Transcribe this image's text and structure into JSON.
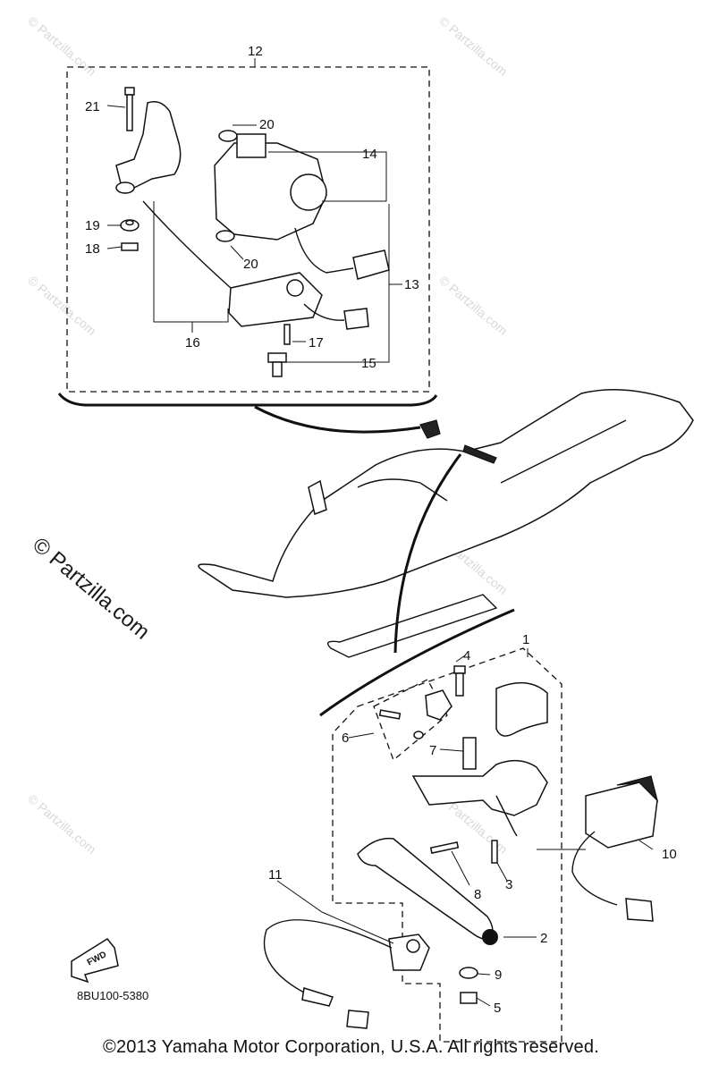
{
  "diagram": {
    "callouts": {
      "c1": "1",
      "c2": "2",
      "c3": "3",
      "c4": "4",
      "c5": "5",
      "c6": "6",
      "c7": "7",
      "c8": "8",
      "c9": "9",
      "c10": "10",
      "c11": "11",
      "c12": "12",
      "c13": "13",
      "c14": "14",
      "c15": "15",
      "c16": "16",
      "c17": "17",
      "c18": "18",
      "c19": "19",
      "c20a": "20",
      "c20b": "20",
      "c21": "21"
    },
    "fwd_label": "FWD",
    "part_code": "8BU100-5380"
  },
  "watermarks": {
    "small": "© Partzilla.com",
    "large": "© Partzilla.com"
  },
  "footer": {
    "copyright": "©2013 Yamaha Motor Corporation, U.S.A. All rights reserved."
  }
}
